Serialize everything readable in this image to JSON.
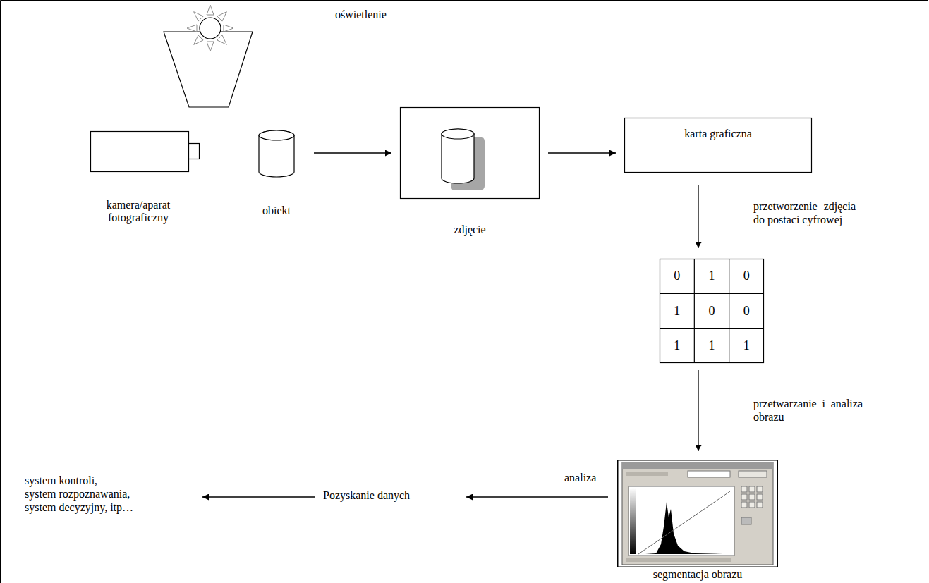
{
  "diagram": {
    "nodes": [
      {
        "text": [
          "kamera/aparat fotograficzny"
        ]
      },
      {
        "text": [
          "oświetlenie"
        ]
      },
      {
        "text": [
          "obiekt"
        ]
      },
      {
        "text": [
          "zdjęcie"
        ]
      },
      {
        "text": [
          "karta graficzna"
        ]
      },
      {
        "text": [
          "0",
          "1",
          "0",
          "1",
          "0",
          "0",
          "1",
          "1",
          "1"
        ]
      },
      {
        "text": [
          "segmentacja obrazu"
        ]
      },
      {
        "text": [
          "Pozyskanie danych"
        ]
      },
      {
        "text": [
          "system kontroli, system rozpoznawania, system decyzyjny, itp…"
        ]
      }
    ],
    "edges": [
      {
        "from": 2,
        "to": 3,
        "arrow": "to"
      },
      {
        "from": 3,
        "to": 4,
        "arrow": "to"
      },
      {
        "from": 4,
        "to": 5,
        "label": "przetworzenie zdjęcia do postaci cyfrowej",
        "arrow": "to"
      },
      {
        "from": 5,
        "to": 6,
        "label": "przetwarzanie i analiza obrazu",
        "arrow": "to"
      },
      {
        "from": 6,
        "to": 7,
        "label": "analiza",
        "arrow": "to"
      },
      {
        "from": 7,
        "to": 8,
        "arrow": "to"
      }
    ]
  }
}
